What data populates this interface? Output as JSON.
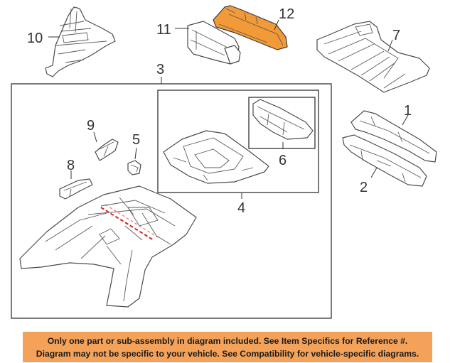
{
  "callouts": {
    "c1": "1",
    "c2": "2",
    "c3": "3",
    "c4": "4",
    "c5": "5",
    "c6": "6",
    "c7": "7",
    "c8": "8",
    "c9": "9",
    "c10": "10",
    "c11": "11",
    "c12": "12"
  },
  "highlight_color": "#f29a38",
  "marker_color": "#d4261f",
  "disclaimer": {
    "line1": "Only one part or sub-assembly in diagram included. See Item Specifics for Reference #.",
    "line2": "Diagram may not be specific to your vehicle. See Compatibility for vehicle-specific diagrams.",
    "background": "#f4a259"
  }
}
